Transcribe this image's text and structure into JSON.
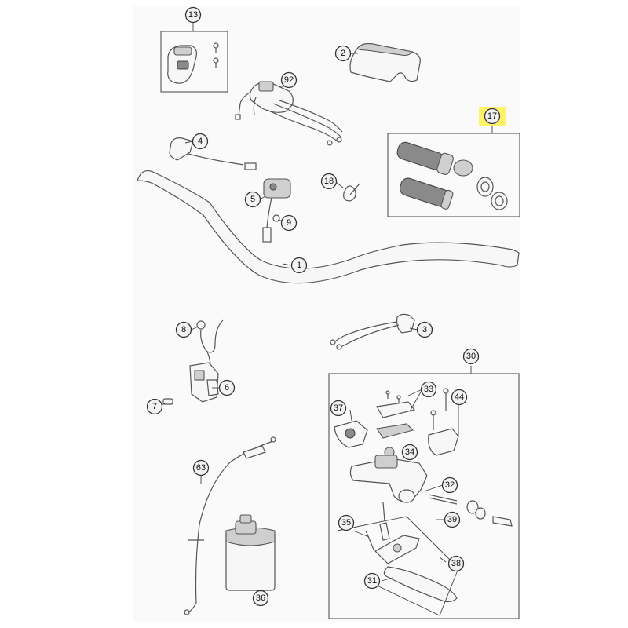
{
  "callouts": [
    {
      "id": "c13",
      "label": "13"
    },
    {
      "id": "c2",
      "label": "2"
    },
    {
      "id": "c92",
      "label": "92"
    },
    {
      "id": "c17",
      "label": "17"
    },
    {
      "id": "c4",
      "label": "4"
    },
    {
      "id": "c5",
      "label": "5"
    },
    {
      "id": "c9",
      "label": "9"
    },
    {
      "id": "c18",
      "label": "18"
    },
    {
      "id": "c1",
      "label": "1"
    },
    {
      "id": "c8",
      "label": "8"
    },
    {
      "id": "c3",
      "label": "3"
    },
    {
      "id": "c6",
      "label": "6"
    },
    {
      "id": "c7",
      "label": "7"
    },
    {
      "id": "c30",
      "label": "30"
    },
    {
      "id": "c33",
      "label": "33"
    },
    {
      "id": "c44",
      "label": "44"
    },
    {
      "id": "c37",
      "label": "37"
    },
    {
      "id": "c34",
      "label": "34"
    },
    {
      "id": "c32",
      "label": "32"
    },
    {
      "id": "c39",
      "label": "39"
    },
    {
      "id": "c35",
      "label": "35"
    },
    {
      "id": "c38",
      "label": "38"
    },
    {
      "id": "c31",
      "label": "31"
    },
    {
      "id": "c63",
      "label": "63"
    },
    {
      "id": "c36",
      "label": "36"
    }
  ],
  "highlight": {
    "label": "17",
    "color": "#fff36a"
  }
}
